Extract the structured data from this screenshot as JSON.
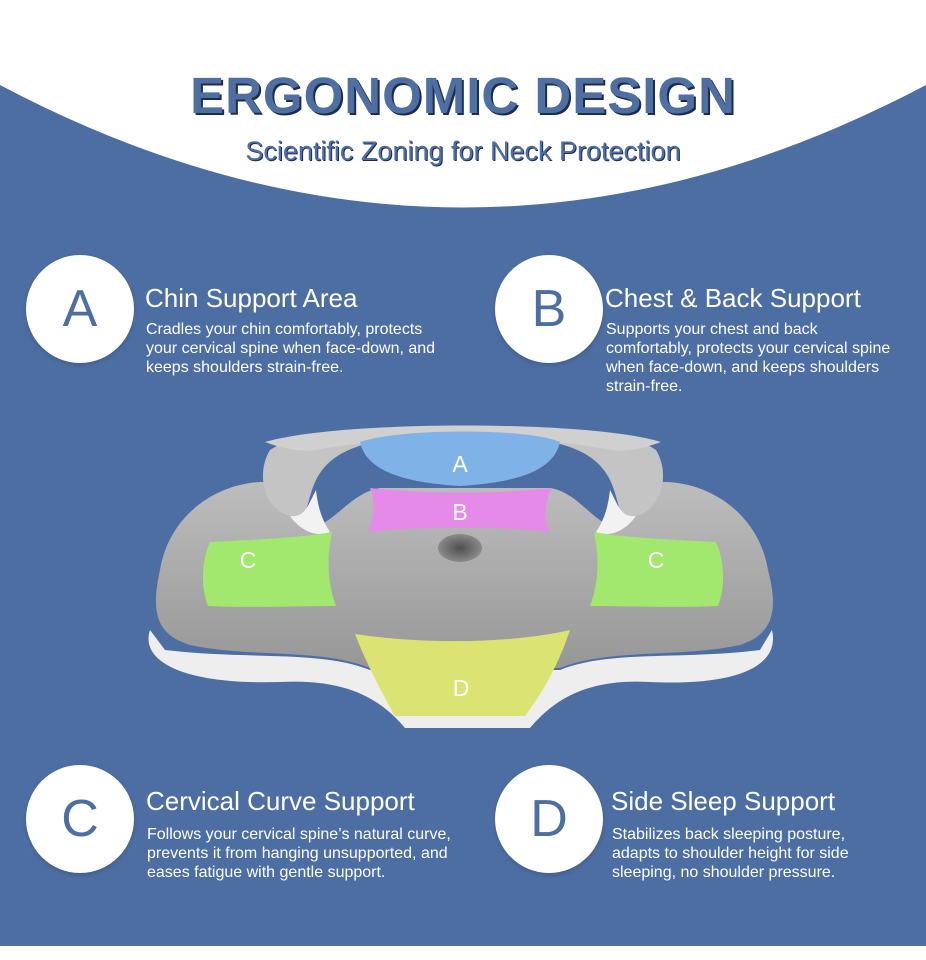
{
  "header": {
    "title": "ERGONOMIC DESIGN",
    "subtitle": "Scientific Zoning for Neck Protection"
  },
  "features": [
    {
      "letter": "A",
      "title": "Chin Support Area",
      "desc": "Cradles your chin comfortably, protects your cervical spine when face-down, and keeps shoulders strain-free."
    },
    {
      "letter": "B",
      "title": "Chest & Back Support",
      "desc": "Supports your chest and back comfortably, protects your cervical spine when face-down, and keeps shoulders strain-free."
    },
    {
      "letter": "C",
      "title": "Cervical Curve Support",
      "desc": "Follows your cervical spine’s natural curve, prevents it from hanging unsupported, and eases fatigue with gentle support."
    },
    {
      "letter": "D",
      "title": "Side Sleep Support",
      "desc": "Stabilizes back sleeping posture, adapts to shoulder height for side sleeping, no shoulder pressure."
    }
  ],
  "pillow": {
    "zone_labels": {
      "a": "A",
      "b": "B",
      "c_left": "C",
      "c_right": "C",
      "d": "D"
    },
    "colors": {
      "zone_a": "#7fb3e8",
      "zone_b": "#e58ae8",
      "zone_c": "#a3e86e",
      "zone_d": "#dbe473",
      "body": "#a7a7a7",
      "base": "#ececec"
    }
  },
  "colors": {
    "background": "#4d6ea3",
    "title": "#4f6fa3",
    "text": "#ffffff"
  }
}
